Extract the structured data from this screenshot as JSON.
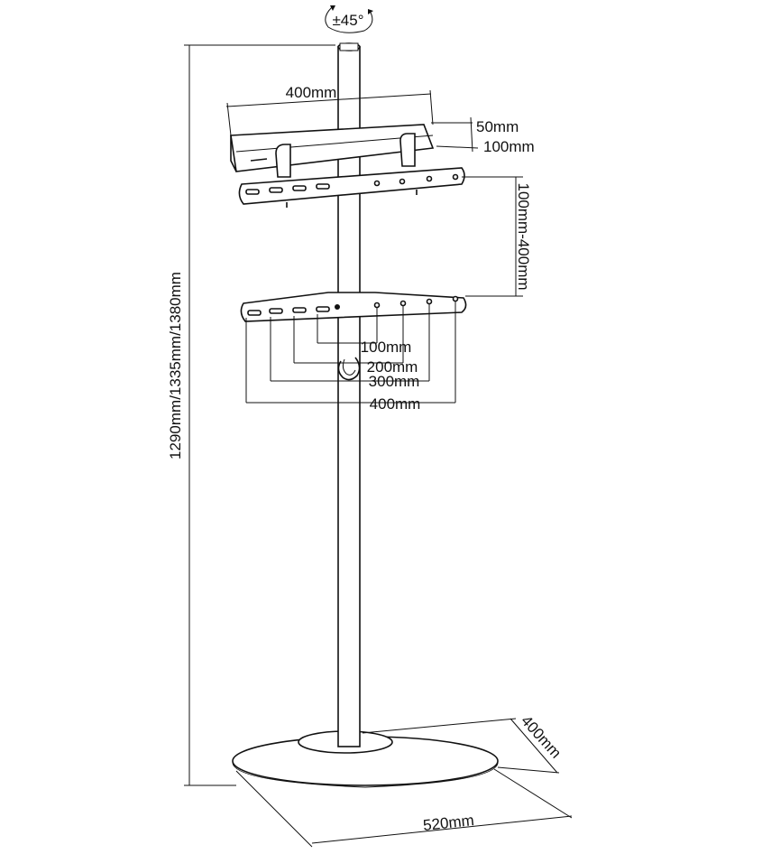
{
  "rotation": {
    "label": "±45°"
  },
  "dimensions": {
    "shelf_width": "400mm",
    "shelf_depth_a": "50mm",
    "shelf_depth_b": "100mm",
    "bracket_spacing": "100mm-400mm",
    "total_height": "1290mm/1335mm/1380mm",
    "vesa_100": "100mm",
    "vesa_200": "200mm",
    "vesa_300": "300mm",
    "vesa_400": "400mm",
    "base_depth": "400mm",
    "base_width": "520mm"
  }
}
